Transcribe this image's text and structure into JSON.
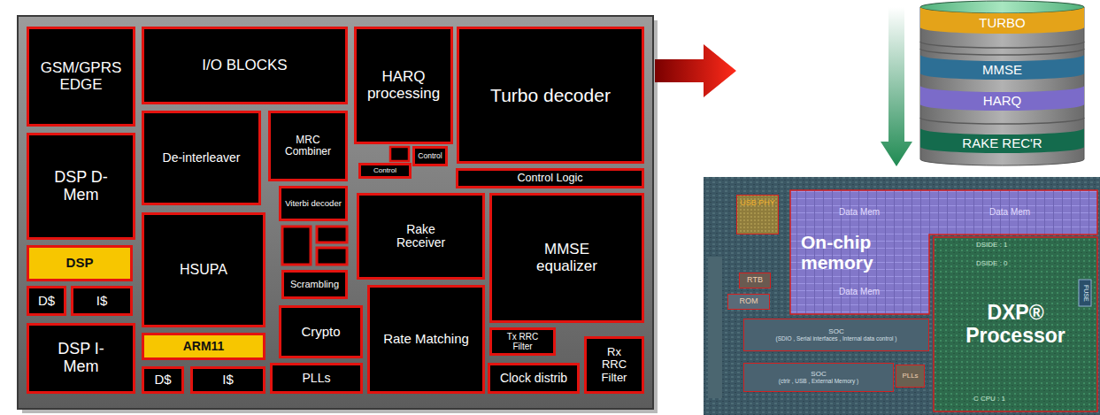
{
  "diagram": {
    "nodes": [
      {
        "text": [
          "GSM/GPRS EDGE"
        ]
      },
      {
        "text": [
          "I/O BLOCKS"
        ]
      },
      {
        "text": [
          "HARQ processing"
        ]
      },
      {
        "text": [
          "Turbo decoder"
        ]
      },
      {
        "text": [
          "Control"
        ]
      },
      {
        "text": [
          "Control"
        ]
      },
      {
        "text": [
          "Control Logic"
        ]
      },
      {
        "text": [
          "DSP D-Mem"
        ]
      },
      {
        "text": [
          "De-interleaver"
        ]
      },
      {
        "text": [
          "MRC Combiner"
        ]
      },
      {
        "text": [
          "Viterbi decoder"
        ]
      },
      {
        "text": [
          "Rake Receiver"
        ]
      },
      {
        "text": [
          "MMSE equalizer"
        ]
      },
      {
        "text": [
          "DSP"
        ]
      },
      {
        "text": [
          "HSUPA"
        ]
      },
      {
        "text": [
          "Scrambling"
        ]
      },
      {
        "text": [
          "D$"
        ]
      },
      {
        "text": [
          "I$"
        ]
      },
      {
        "text": [
          "Crypto"
        ]
      },
      {
        "text": [
          "Rate Matching"
        ]
      },
      {
        "text": [
          "Tx RRC Filter"
        ]
      },
      {
        "text": [
          "ARM11"
        ]
      },
      {
        "text": [
          "DSP I-Mem"
        ]
      },
      {
        "text": [
          "Rx RRC Filter"
        ]
      },
      {
        "text": [
          "D$"
        ]
      },
      {
        "text": [
          "I$"
        ]
      },
      {
        "text": [
          "PLLs"
        ]
      },
      {
        "text": [
          "Clock distrib"
        ]
      },
      {
        "text": [
          "TURBO"
        ]
      },
      {
        "text": [
          "MMSE"
        ]
      },
      {
        "text": [
          "HARQ"
        ]
      },
      {
        "text": [
          "RAKE REC'R"
        ]
      },
      {
        "text": [
          "USB PHY"
        ]
      },
      {
        "text": [
          "On-chip memory"
        ]
      },
      {
        "text": [
          "RTB"
        ]
      },
      {
        "text": [
          "ROM"
        ]
      },
      {
        "text": [
          "DXP® Processor"
        ]
      },
      {
        "text": [
          "SOC",
          "(SDIO , Serial interfaces , Internal data control )"
        ]
      },
      {
        "text": [
          "SOC",
          "(ctrlr , USB , External Memory )"
        ]
      },
      {
        "text": [
          "PLLs"
        ]
      }
    ],
    "labels": [
      "Data Mem",
      "Data Mem",
      "Data Mem",
      "DSIDE : 1",
      "DSIDE : 0",
      "C CPU : 1",
      "FUSE"
    ]
  }
}
